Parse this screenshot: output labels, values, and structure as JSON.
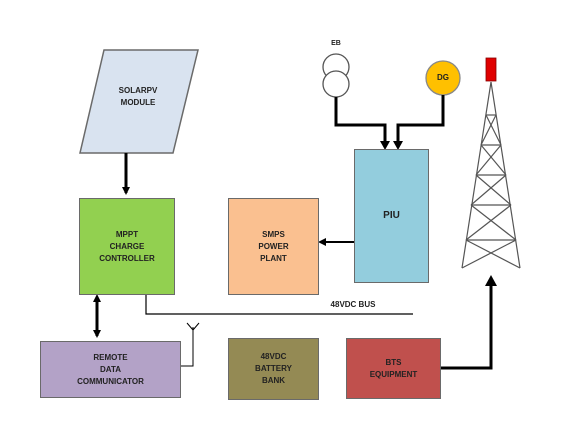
{
  "diagram": {
    "solar_label_1": "SOLARPV",
    "solar_label_2": "MODULE",
    "eb_label": "EB",
    "dg_label": "DG",
    "piu_label": "PIU",
    "smps_label_1": "SMPS",
    "smps_label_2": "POWER",
    "smps_label_3": "PLANT",
    "mppt_label_1": "MPPT",
    "mppt_label_2": "CHARGE",
    "mppt_label_3": "CONTROLLER",
    "bus_label": "48VDC BUS",
    "remote_label_1": "REMOTE",
    "remote_label_2": "DATA",
    "remote_label_3": "COMMUNICATOR",
    "battery_label_1": "48VDC",
    "battery_label_2": "BATTERY",
    "battery_label_3": "BANK",
    "bts_label_1": "BTS",
    "bts_label_2": "EQUIPMENT"
  },
  "colors": {
    "solar": "#d9e3f0",
    "mppt": "#92d050",
    "smps": "#fac090",
    "piu": "#93cddd",
    "remote": "#b3a2c7",
    "battery": "#948a54",
    "bts": "#c0504d",
    "dg": "#ffc000",
    "tower_top": "#e00000"
  }
}
